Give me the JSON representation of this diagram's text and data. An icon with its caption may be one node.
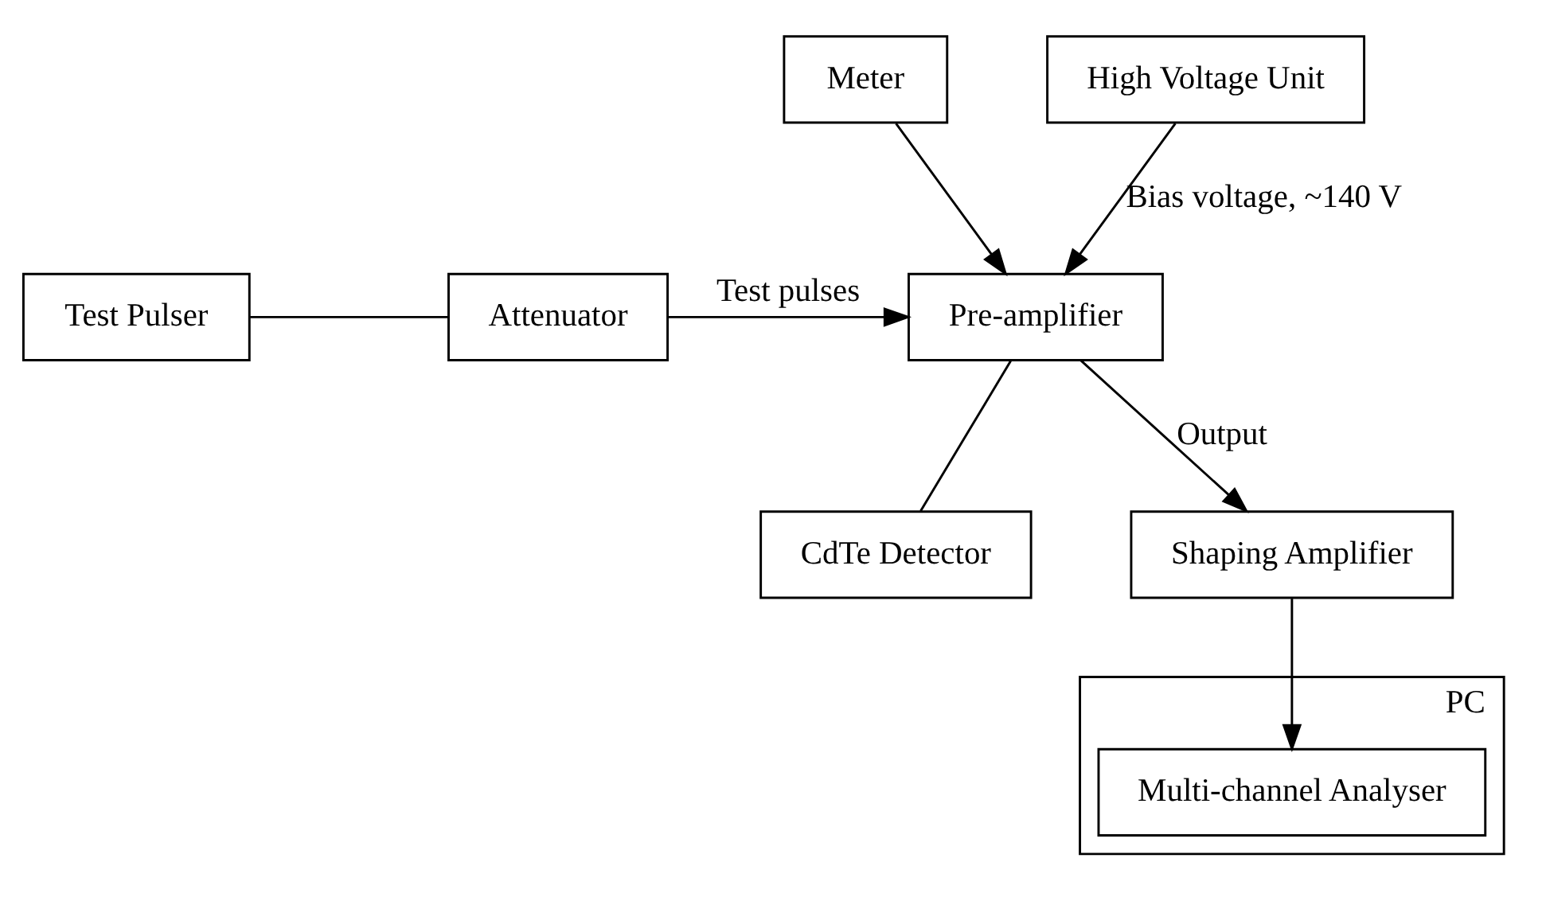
{
  "diagram": {
    "nodes": [
      {
        "text": [
          "Meter"
        ]
      },
      {
        "text": [
          "High Voltage Unit"
        ]
      },
      {
        "text": [
          "Pre-amplifier"
        ]
      },
      {
        "text": [
          "Attenuator"
        ]
      },
      {
        "text": [
          "Test Pulser"
        ]
      },
      {
        "text": [
          "CdTe Detector"
        ]
      },
      {
        "text": [
          "PC"
        ]
      },
      {
        "text": [
          "Shaping Amplifier"
        ]
      },
      {
        "text": [
          "Multi-channel Analyser"
        ],
        "in": 6
      }
    ],
    "edges": [
      {
        "from": 1,
        "to": 2,
        "arrow": "to",
        "label": "Bias voltage, ~140 V"
      },
      {
        "from": 0,
        "to": 2,
        "arrow": "to"
      },
      {
        "from": 3,
        "to": 2,
        "arrow": "to",
        "label": "Test pulses"
      },
      {
        "from": 4,
        "to": 3,
        "arrow": "none"
      },
      {
        "from": 2,
        "to": 7,
        "arrow": "to",
        "label": "Output"
      },
      {
        "from": 2,
        "to": 5,
        "arrow": "none"
      },
      {
        "from": 7,
        "to": 8,
        "arrow": "to"
      }
    ]
  }
}
